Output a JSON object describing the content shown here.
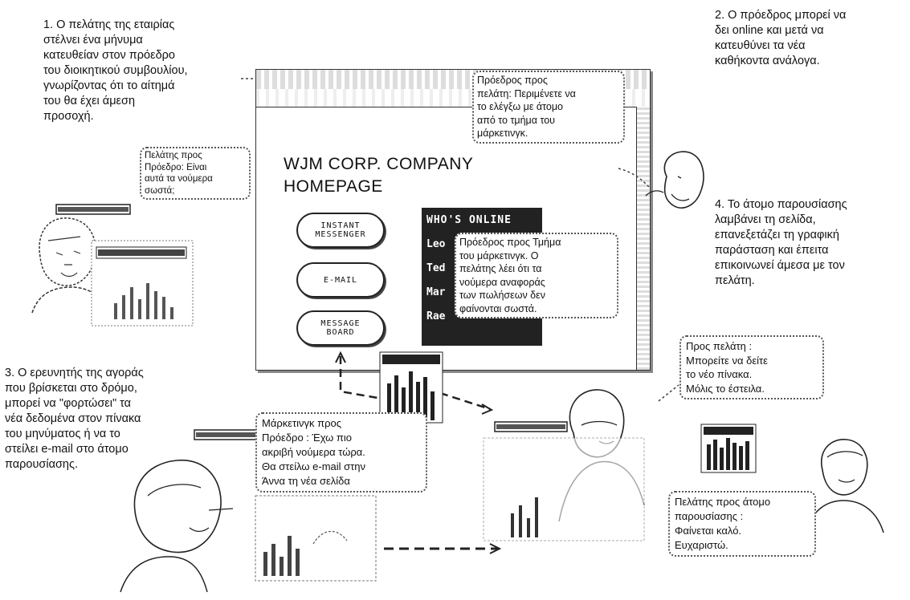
{
  "captions": {
    "step1": "1. Ο πελάτης της εταιρίας\nστέλνει ένα μήνυμα\nκατευθείαν στον πρόεδρο\nτου διοικητικού συμβουλίου,\nγνωρίζοντας ότι το αίτημά\nτου θα έχει άμεση\nπροσοχή.",
    "step2": "2. Ο πρόεδρος μπορεί να\nδει online και μετά να\nκατευθύνει τα νέα\nκαθήκοντα ανάλογα.",
    "step3": "3. Ο ερευνητής της αγοράς\nπου βρίσκεται στο δρόμο,\nμπορεί να \"φορτώσει\" τα\nνέα δεδομένα στον πίνακα\nτου μηνύματος ή να το\nστείλει e-mail στο άτομο\nπαρουσίασης.",
    "step4": "4. Το άτομο παρουσίασης\nλαμβάνει τη σελίδα,\nεπανεξετάζει τη γραφική\nπαράσταση και έπειτα\nεπικοινωνεί άμεσα με τον\nπελάτη."
  },
  "bubbles": {
    "client_to_president": "Πελάτης προς\nΠρόεδρο: Είναι\nαυτά τα νούμερα\nσωστά;",
    "president_to_client": "Πρόεδρος προς\nπελάτη: Περιμένετε να\nτο ελέγξω με άτομο\nαπό το τμήμα του\nμάρκετινγκ.",
    "president_to_marketing": "Πρόεδρος προς Τμήμα\nτου μάρκετινγκ. Ο\nπελάτης λέει ότι τα\nνούμερα αναφοράς\nτων πωλήσεων δεν\nφαίνονται σωστά.",
    "to_client": "Προς πελάτη :\nΜπορείτε να δείτε\nτο νέο πίνακα.\nΜόλις το έστειλα.",
    "marketing_to_president": "Μάρκετινγκ προς\nΠρόεδρο : Έχω πιο\nακριβή νούμερα τώρα.\nΘα στείλω e-mail στην\nΆννα τη νέα σελίδα",
    "client_to_presenter": "Πελάτης προς άτομο\nπαρουσίασης :\nΦαίνεται καλό.\nΕυχαριστώ."
  },
  "homepage": {
    "title": "WJM CORP. COMPANY\nHOMEPAGE",
    "buttons": [
      "INSTANT\nMESSENGER",
      "E-MAIL",
      "MESSAGE\nBOARD"
    ],
    "whos_online_title": "WHO'S ONLINE",
    "whos_online_names": [
      "Leo",
      "Ted",
      "Mar",
      "Rae"
    ]
  },
  "icons": [
    "person-sketch",
    "bar-chart-icon",
    "arrow-icon"
  ]
}
